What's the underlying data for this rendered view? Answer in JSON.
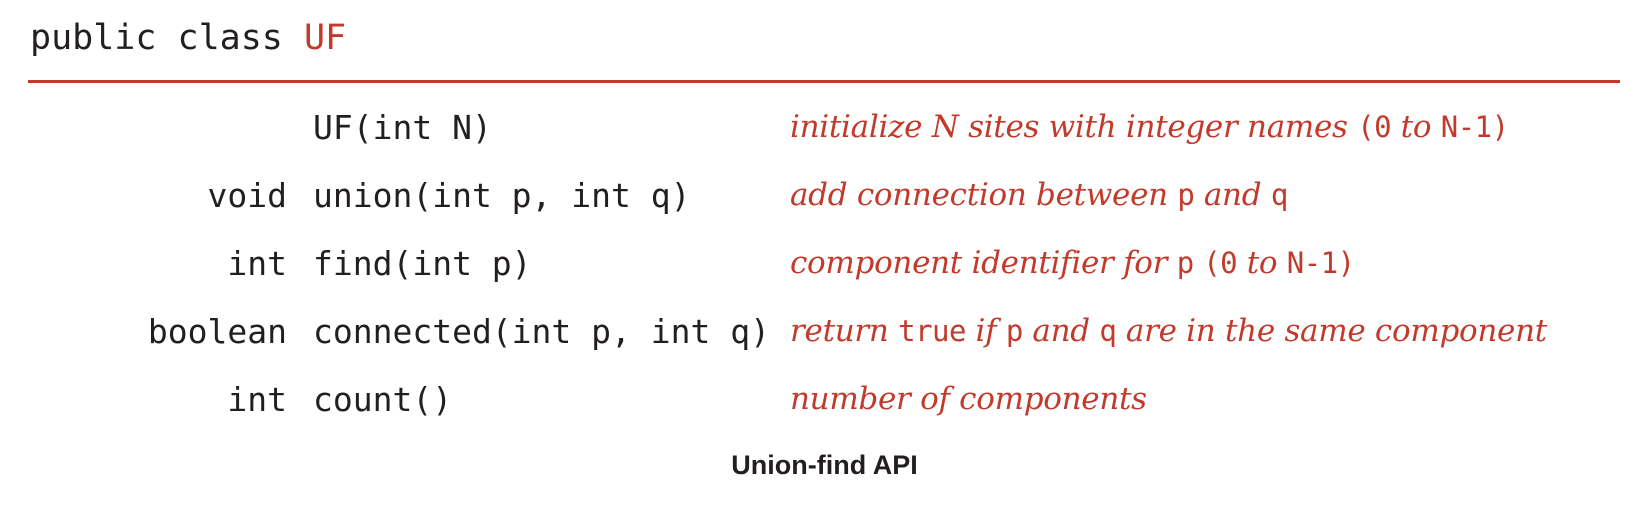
{
  "colors": {
    "accent_red": "#c23a2b",
    "text_dark": "#231f20"
  },
  "header": {
    "modifier": "public class ",
    "class_name": "UF"
  },
  "api_table": {
    "rows": [
      {
        "return_type": "",
        "signature": "UF(int N)",
        "description": [
          {
            "text": "initialize N sites with integer names ",
            "style": "italic"
          },
          {
            "text": "(0",
            "style": "code"
          },
          {
            "text": " to ",
            "style": "italic"
          },
          {
            "text": "N-1)",
            "style": "code"
          }
        ]
      },
      {
        "return_type": "void",
        "signature": "union(int p, int q)",
        "description": [
          {
            "text": "add connection between ",
            "style": "italic"
          },
          {
            "text": "p",
            "style": "code"
          },
          {
            "text": " and ",
            "style": "italic"
          },
          {
            "text": "q",
            "style": "code"
          }
        ]
      },
      {
        "return_type": "int",
        "signature": "find(int p)",
        "description": [
          {
            "text": "component identifier for ",
            "style": "italic"
          },
          {
            "text": "p",
            "style": "code"
          },
          {
            "text": " ",
            "style": "italic"
          },
          {
            "text": "(0",
            "style": "code"
          },
          {
            "text": " to ",
            "style": "italic"
          },
          {
            "text": "N-1)",
            "style": "code"
          }
        ]
      },
      {
        "return_type": "boolean",
        "signature": "connected(int p, int q)",
        "description": [
          {
            "text": "return ",
            "style": "italic"
          },
          {
            "text": "true",
            "style": "code"
          },
          {
            "text": " if ",
            "style": "italic"
          },
          {
            "text": "p",
            "style": "code"
          },
          {
            "text": " and ",
            "style": "italic"
          },
          {
            "text": "q",
            "style": "code"
          },
          {
            "text": " are in the same component",
            "style": "italic"
          }
        ]
      },
      {
        "return_type": "int",
        "signature": "count()",
        "description": [
          {
            "text": "number of components",
            "style": "italic"
          }
        ]
      }
    ]
  },
  "caption": "Union-find API"
}
